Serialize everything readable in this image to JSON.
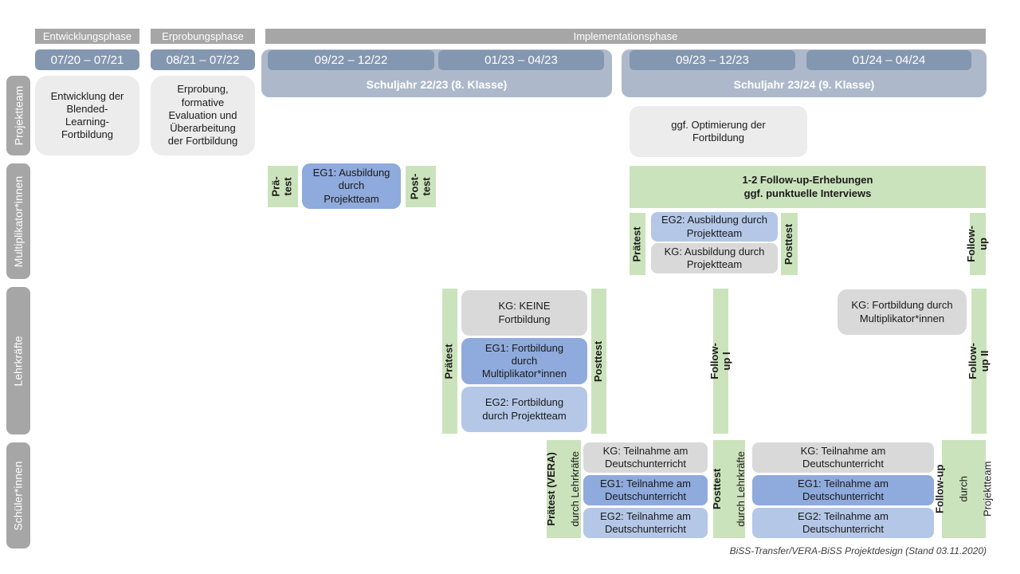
{
  "colors": {
    "phase_gray": "#a6a6a6",
    "date_blue": "#8497b0",
    "band_blue": "#adb9ca",
    "label_gray": "#a6a6a6",
    "box_lightgray": "#ececec",
    "box_gray": "#d9d9d9",
    "blue_dark": "#8faadc",
    "blue_light": "#b4c7e7",
    "green": "#cbe3bc"
  },
  "phases": {
    "entwicklung": "Entwicklungsphase",
    "erprobung": "Erprobungsphase",
    "implementation": "Implementationsphase"
  },
  "timeline": {
    "d1": "07/20 – 07/21",
    "d2": "08/21 – 07/22",
    "d3": "09/22 – 12/22",
    "d4": "01/23 – 04/23",
    "d5": "09/23 – 12/23",
    "d6": "01/24 – 04/24",
    "school_year_2223": "Schuljahr 22/23 (8. Klasse)",
    "school_year_2324": "Schuljahr 23/24 (9. Klasse)"
  },
  "row_labels": {
    "projektteam": "Projektteam",
    "multiplikatoren": "Multiplikator*innen",
    "lehrkraefte": "Lehrkräfte",
    "schueler": "Schüler*innen"
  },
  "projektteam": {
    "entwicklung": "Entwicklung der\nBlended-\nLearning-\nFortbildung",
    "erprobung": "Erprobung,\nformative\nEvaluation und\nÜberarbeitung\nder Fortbildung",
    "optimierung": "ggf. Optimierung der\nFortbildung"
  },
  "multiplikatoren": {
    "praetest1": "Prä-\ntest",
    "eg1": "EG1: Ausbildung\ndurch\nProjektteam",
    "posttest1": "Post-\ntest",
    "followup_box": "1-2 Follow-up-Erhebungen\nggf. punktuelle Interviews",
    "praetest2": "Prätest",
    "eg2": "EG2: Ausbildung durch\nProjektteam",
    "kg": "KG: Ausbildung durch\nProjektteam",
    "posttest2": "Posttest",
    "followup": "Follow-up"
  },
  "lehrkraefte": {
    "praetest": "Prätest",
    "kg": "KG: KEINE\nFortbildung",
    "eg1": "EG1: Fortbildung\ndurch\nMultiplikator*innen",
    "eg2": "EG2: Fortbildung\ndurch Projektteam",
    "posttest": "Posttest",
    "followup1": "Follow-up I",
    "kg2": "KG: Fortbildung durch\nMultiplikator*innen",
    "followup2": "Follow-up II"
  },
  "schueler": {
    "praetest_line1": "Prätest (VERA)",
    "praetest_line2": "durch Lehrkräfte",
    "kg": "KG: Teilnahme am\nDeutschunterricht",
    "eg1": "EG1: Teilnahme am\nDeutschunterricht",
    "eg2": "EG2: Teilnahme am\nDeutschunterricht",
    "posttest_line1": "Posttest",
    "posttest_line2": "durch Lehrkräfte",
    "followup_line1": "Follow-up",
    "followup_line2": "durch",
    "followup_line3": "Projektteam"
  },
  "caption": "BiSS-Transfer/VERA-BiSS Projektdesign (Stand 03.11.2020)"
}
